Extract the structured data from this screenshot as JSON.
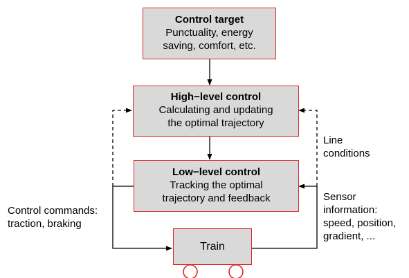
{
  "boxes": {
    "control_target": {
      "title": "Control target",
      "lines": [
        "Punctuality, energy",
        "saving, comfort, etc."
      ]
    },
    "high_level": {
      "title": "High−level control",
      "lines": [
        "Calculating and updating",
        "the optimal trajectory"
      ]
    },
    "low_level": {
      "title": "Low−level control",
      "lines": [
        "Tracking the optimal",
        "trajectory and feedback"
      ]
    },
    "train": {
      "label": "Train"
    }
  },
  "labels": {
    "line_conditions": [
      "Line",
      "conditions"
    ],
    "control_commands": [
      "Control commands:",
      "traction, braking"
    ],
    "sensor_information": [
      "Sensor",
      "information:",
      "speed, position,",
      "gradient, ..."
    ]
  },
  "colors": {
    "box_fill": "#d9d9d9",
    "box_border": "#d9262b",
    "line": "#000000",
    "wheel": "#d9262b"
  }
}
